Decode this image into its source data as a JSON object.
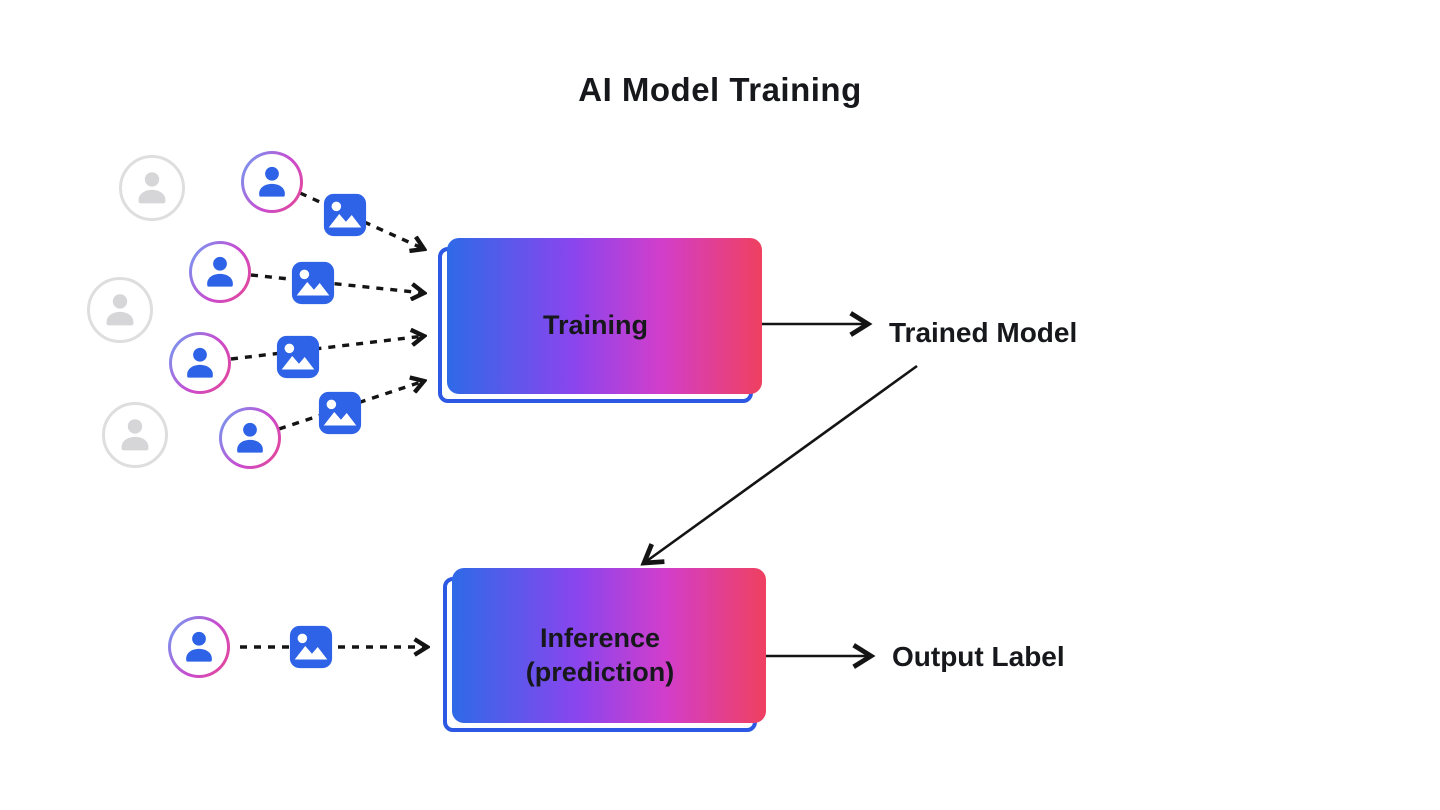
{
  "title": "AI Model Training",
  "diagram": {
    "training_box": {
      "label": "Training"
    },
    "inference_box": {
      "label_line1": "Inference",
      "label_line2": "(prediction)"
    },
    "trained_model_label": "Trained Model",
    "output_label_text": "Output Label"
  },
  "icons": {
    "user_avatar": "person-in-gradient-ring",
    "inactive_user_avatar": "faded-gray-person-in-ring",
    "image_data": "blue-photo-with-sun-and-mountains",
    "arrow_style": "black-open-chevron"
  },
  "colors": {
    "icon_blue": "#2e63e7",
    "box_border_blue": "#2d58e4",
    "gradient_start": "#2e6ae8",
    "gradient_mid1": "#8a45ee",
    "gradient_mid2": "#d23ecb",
    "gradient_end": "#ef4060",
    "ring_start": "#6ba3f5",
    "ring_mid": "#c94bd0",
    "ring_end": "#e8478f",
    "inactive_gray": "#dededf",
    "arrow_black": "#141414",
    "background": "#ffffff"
  }
}
